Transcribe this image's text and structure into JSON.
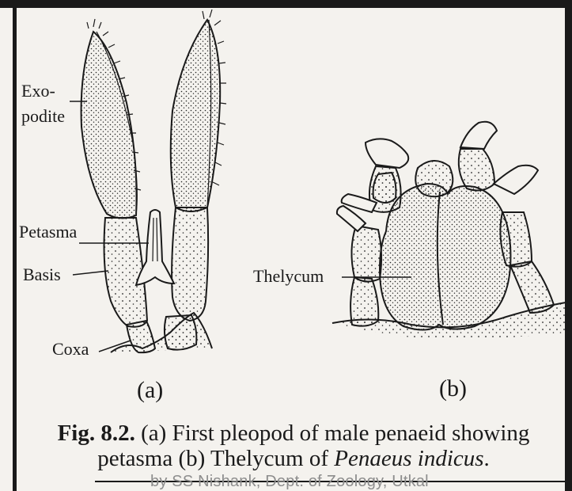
{
  "figure_a": {
    "labels": {
      "exopodite_line1": "Exo-",
      "exopodite_line2": "podite",
      "petasma": "Petasma",
      "basis": "Basis",
      "coxa": "Coxa"
    },
    "sublabel": "(a)"
  },
  "figure_b": {
    "labels": {
      "thelycum": "Thelycum"
    },
    "sublabel": "(b)"
  },
  "caption": {
    "fig_number": "Fig. 8.2.",
    "text_part1": " (a) First pleopod of male penaeid showing",
    "text_part2": "petasma (b) Thelycum of ",
    "species": "Penaeus indicus",
    "text_end": "."
  },
  "credit": "by SS Nishank, Dept. of Zoology, Utkal"
}
